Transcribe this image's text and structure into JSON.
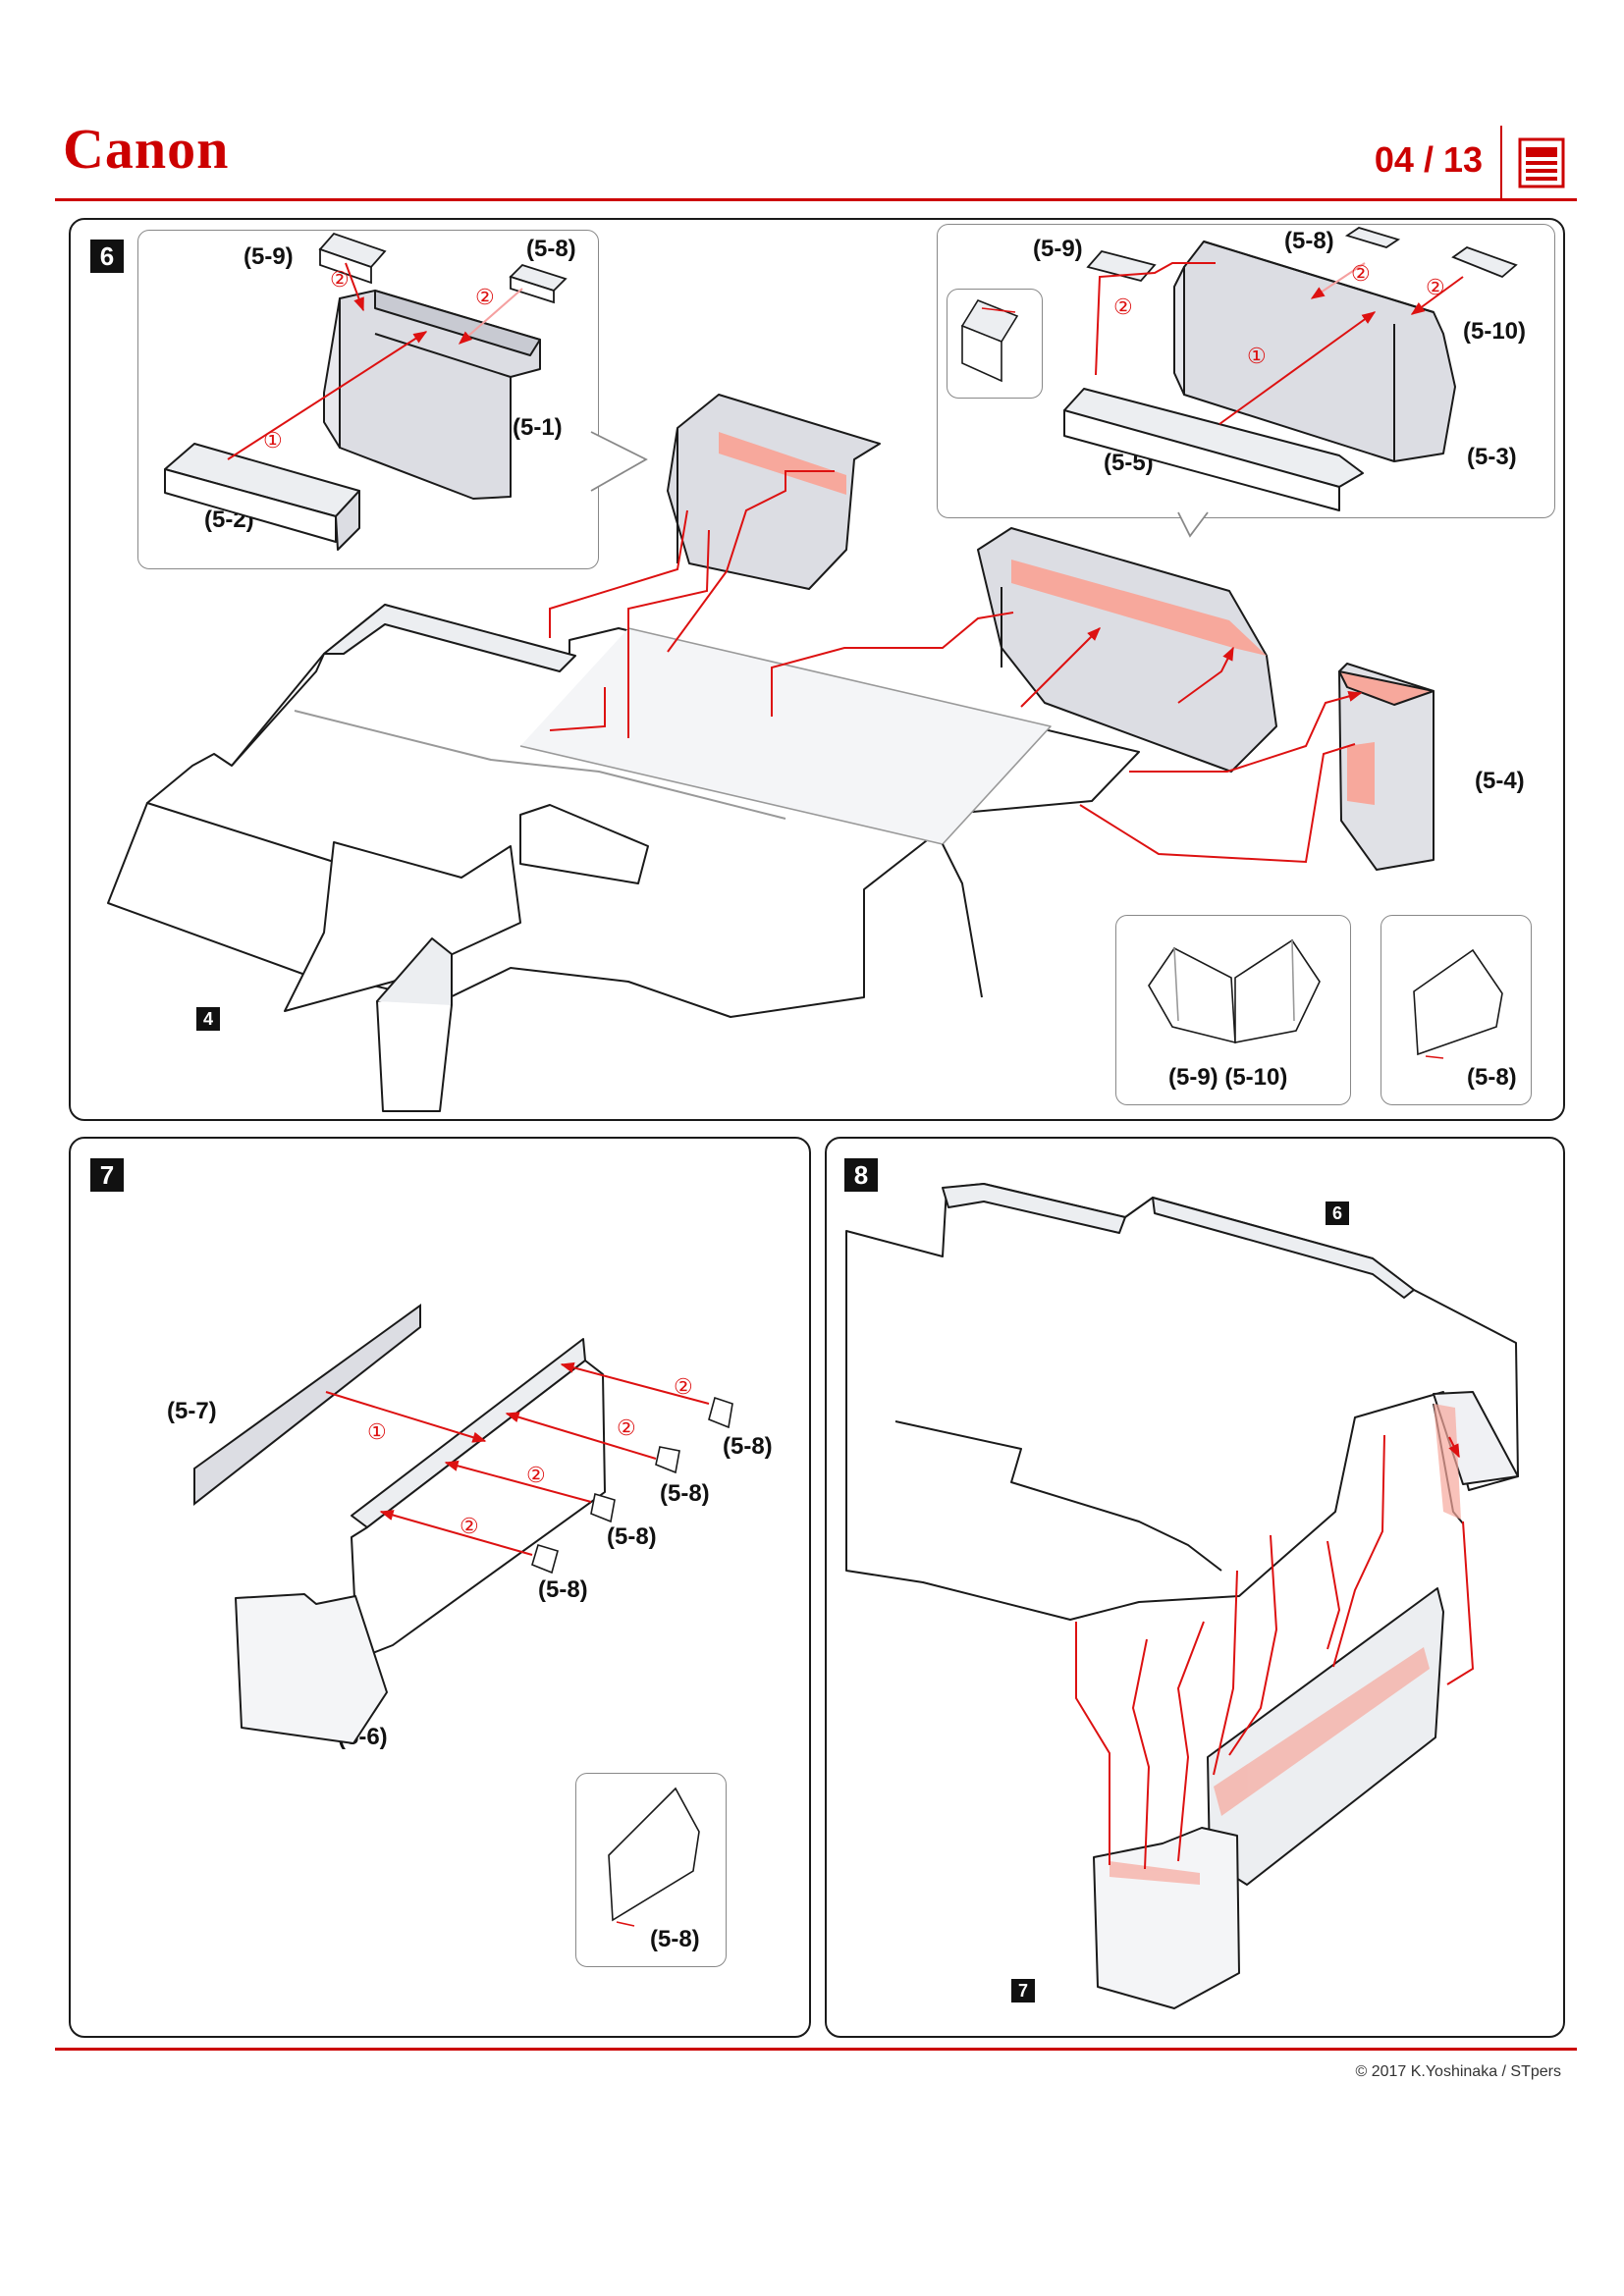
{
  "header": {
    "brand": "Canon",
    "page_number": "04 / 13",
    "brand_color": "#cc0000",
    "icon": "document-icon"
  },
  "footer": {
    "copyright": "© 2017 K.Yoshinaka / STpers"
  },
  "steps": [
    {
      "number": "6",
      "reference": "4",
      "labels": [
        "(5-9)",
        "(5-8)",
        "(5-1)",
        "(5-2)",
        "(5-9)",
        "(5-8)",
        "(5-10)",
        "(5-5)",
        "(5-3)",
        "(5-4)",
        "(5-9) (5-10)",
        "(5-8)"
      ]
    },
    {
      "number": "7",
      "labels": [
        "(5-7)",
        "(5-8)",
        "(5-8)",
        "(5-8)",
        "(5-8)",
        "(5-6)",
        "(5-8)"
      ]
    },
    {
      "number": "8",
      "references": [
        "6",
        "7"
      ]
    }
  ],
  "markers": {
    "first": "①",
    "second": "②"
  },
  "colors": {
    "accent": "#dd1111",
    "glue": "#f7a89c",
    "part_fill": "#dcdde3",
    "ghost": "#eceef1"
  }
}
